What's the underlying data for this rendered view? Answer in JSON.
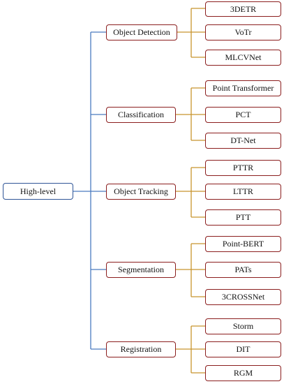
{
  "root": {
    "label": "High-level"
  },
  "colors": {
    "root_line": "#4a7bbf",
    "cat_line": "#c8952d",
    "root_border": "#2f5597",
    "box_border": "#8b1e1e"
  },
  "categories": [
    {
      "label": "Object Detection",
      "methods": [
        "3DETR",
        "VoTr",
        "MLCVNet"
      ]
    },
    {
      "label": "Classification",
      "methods": [
        "Point Transformer",
        "PCT",
        "DT-Net"
      ]
    },
    {
      "label": "Object Tracking",
      "methods": [
        "PTTR",
        "LTTR",
        "PTT"
      ]
    },
    {
      "label": "Segmentation",
      "methods": [
        "Point-BERT",
        "PATs",
        "3CROSSNet"
      ]
    },
    {
      "label": "Registration",
      "methods": [
        "Storm",
        "DIT",
        "RGM"
      ]
    }
  ]
}
